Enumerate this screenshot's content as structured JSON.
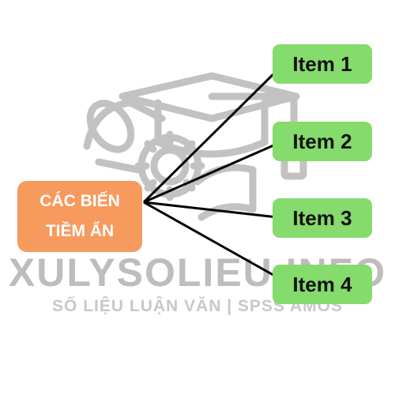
{
  "watermark": {
    "brand": "XULYSOLIEU.INFO",
    "tagline": "SỐ LIỆU LUẬN VĂN | SPSS AMOS"
  },
  "source_node": {
    "line1": "CÁC BIẾN",
    "line2": "TIỀM ẨN",
    "color": "#f79a5e"
  },
  "items": [
    {
      "label": "Item 1"
    },
    {
      "label": "Item 2"
    },
    {
      "label": "Item 3"
    },
    {
      "label": "Item 4"
    }
  ],
  "item_color": "#85db6b",
  "arrow_color": "#000000"
}
